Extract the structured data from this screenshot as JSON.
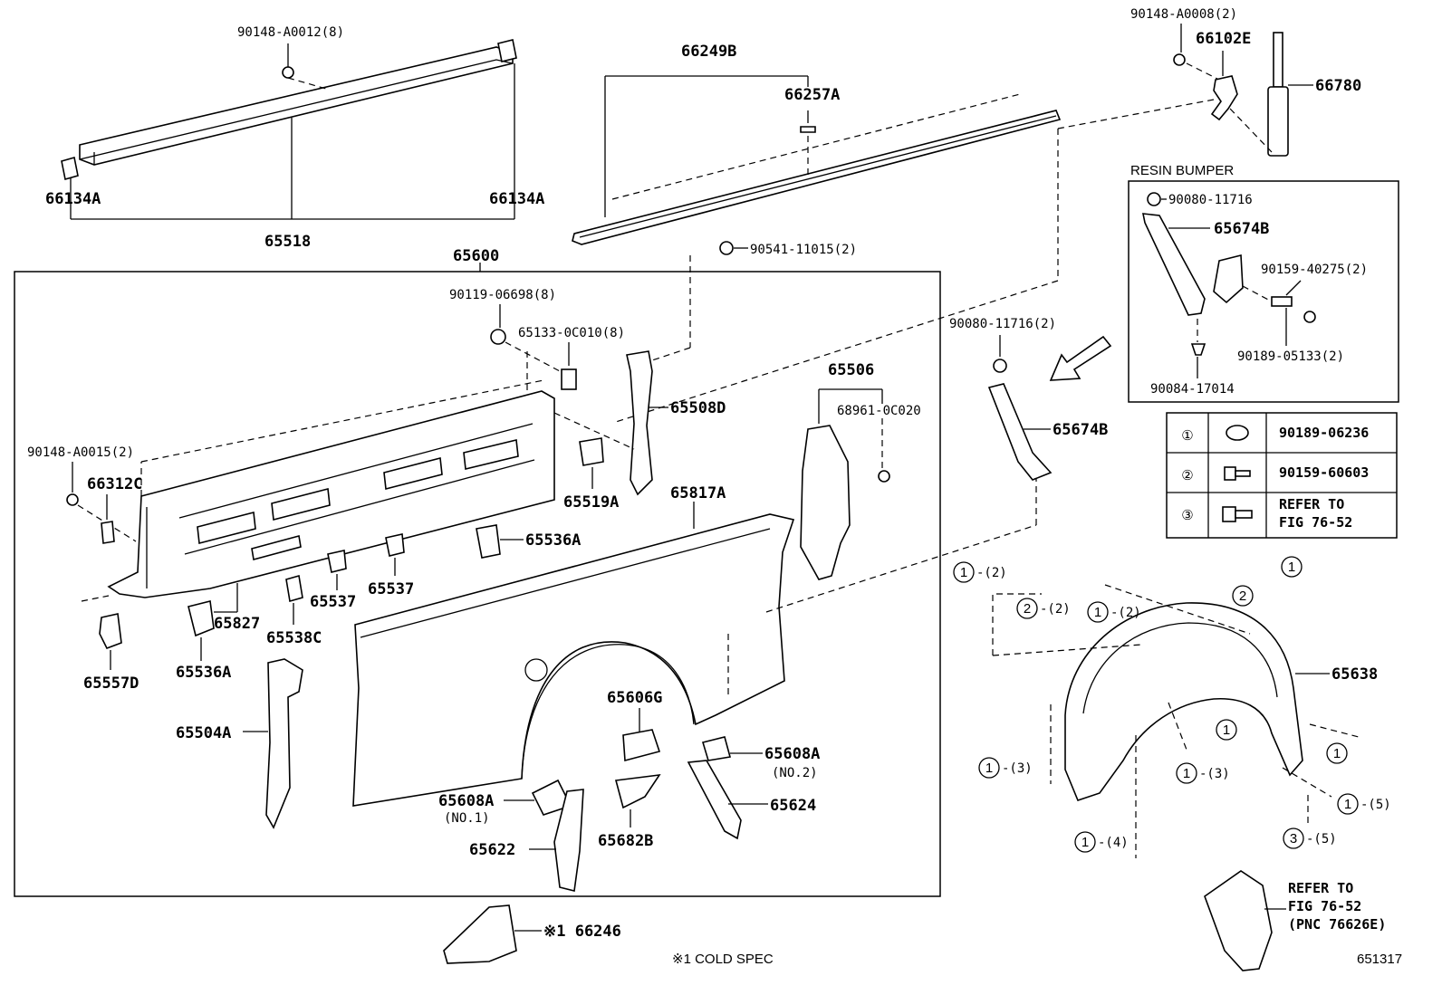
{
  "labels": {
    "p90148_A0012": "90148-A0012(8)",
    "p66134A_left": "66134A",
    "p66134A_right": "66134A",
    "p65518": "65518",
    "p66249B": "66249B",
    "p66257A": "66257A",
    "p90148_A0008": "90148-A0008(2)",
    "p66102E": "66102E",
    "p66780": "66780",
    "p65600": "65600",
    "p90541_11015": "90541-11015(2)",
    "p90119_06698": "90119-06698(8)",
    "p65133_0C010": "65133-0C010(8)",
    "p65508D": "65508D",
    "p90148_A0015": "90148-A0015(2)",
    "p66312C": "66312C",
    "p65519A": "65519A",
    "p65817A": "65817A",
    "p65536A_top": "65536A",
    "p65506": "65506",
    "p68961_0C020": "68961-0C020",
    "p65537_a": "65537",
    "p65537_b": "65537",
    "p65827": "65827",
    "p65538C": "65538C",
    "p65557D": "65557D",
    "p65536A_bottom": "65536A",
    "p65504A": "65504A",
    "p65606G": "65606G",
    "p65608A_no2": "65608A",
    "no2": "(NO.2)",
    "p65608A_no1": "65608A",
    "no1": "(NO.1)",
    "p65624": "65624",
    "p65622": "65622",
    "p65682B": "65682B",
    "p66246": "※1 66246",
    "p90080_11716_2": "90080-11716(2)",
    "p65674B_main": "65674B",
    "p65638": "65638",
    "refer_bottom_1": "REFER TO",
    "refer_bottom_2": "FIG 76-52",
    "refer_bottom_3": "(PNC 76626E)",
    "cold_spec": "※1 COLD SPEC",
    "figure_no": "651317"
  },
  "resin_bumper": {
    "title": "RESIN BUMPER",
    "p90080_11716": "90080-11716",
    "p65674B": "65674B",
    "p90159_40275": "90159-40275(2)",
    "p90189_05133": "90189-05133(2)",
    "p90084_17014": "90084-17014"
  },
  "fastener_table": [
    {
      "num": "①",
      "part": "90189-06236",
      "refer": ""
    },
    {
      "num": "②",
      "part": "90159-60603",
      "refer": ""
    },
    {
      "num": "③",
      "part": "REFER TO",
      "refer": "FIG 76-52"
    }
  ],
  "liner_callouts": [
    {
      "num": "1",
      "qty": "-(2)"
    },
    {
      "num": "2",
      "qty": "-(2)"
    },
    {
      "num": "1",
      "qty": "-(2)"
    },
    {
      "num": "2",
      "qty": ""
    },
    {
      "num": "1",
      "qty": ""
    },
    {
      "num": "1",
      "qty": ""
    },
    {
      "num": "1",
      "qty": "-(3)"
    },
    {
      "num": "1",
      "qty": "-(3)"
    },
    {
      "num": "1",
      "qty": ""
    },
    {
      "num": "1",
      "qty": "-(5)"
    },
    {
      "num": "3",
      "qty": "-(5)"
    },
    {
      "num": "1",
      "qty": "-(4)"
    }
  ]
}
